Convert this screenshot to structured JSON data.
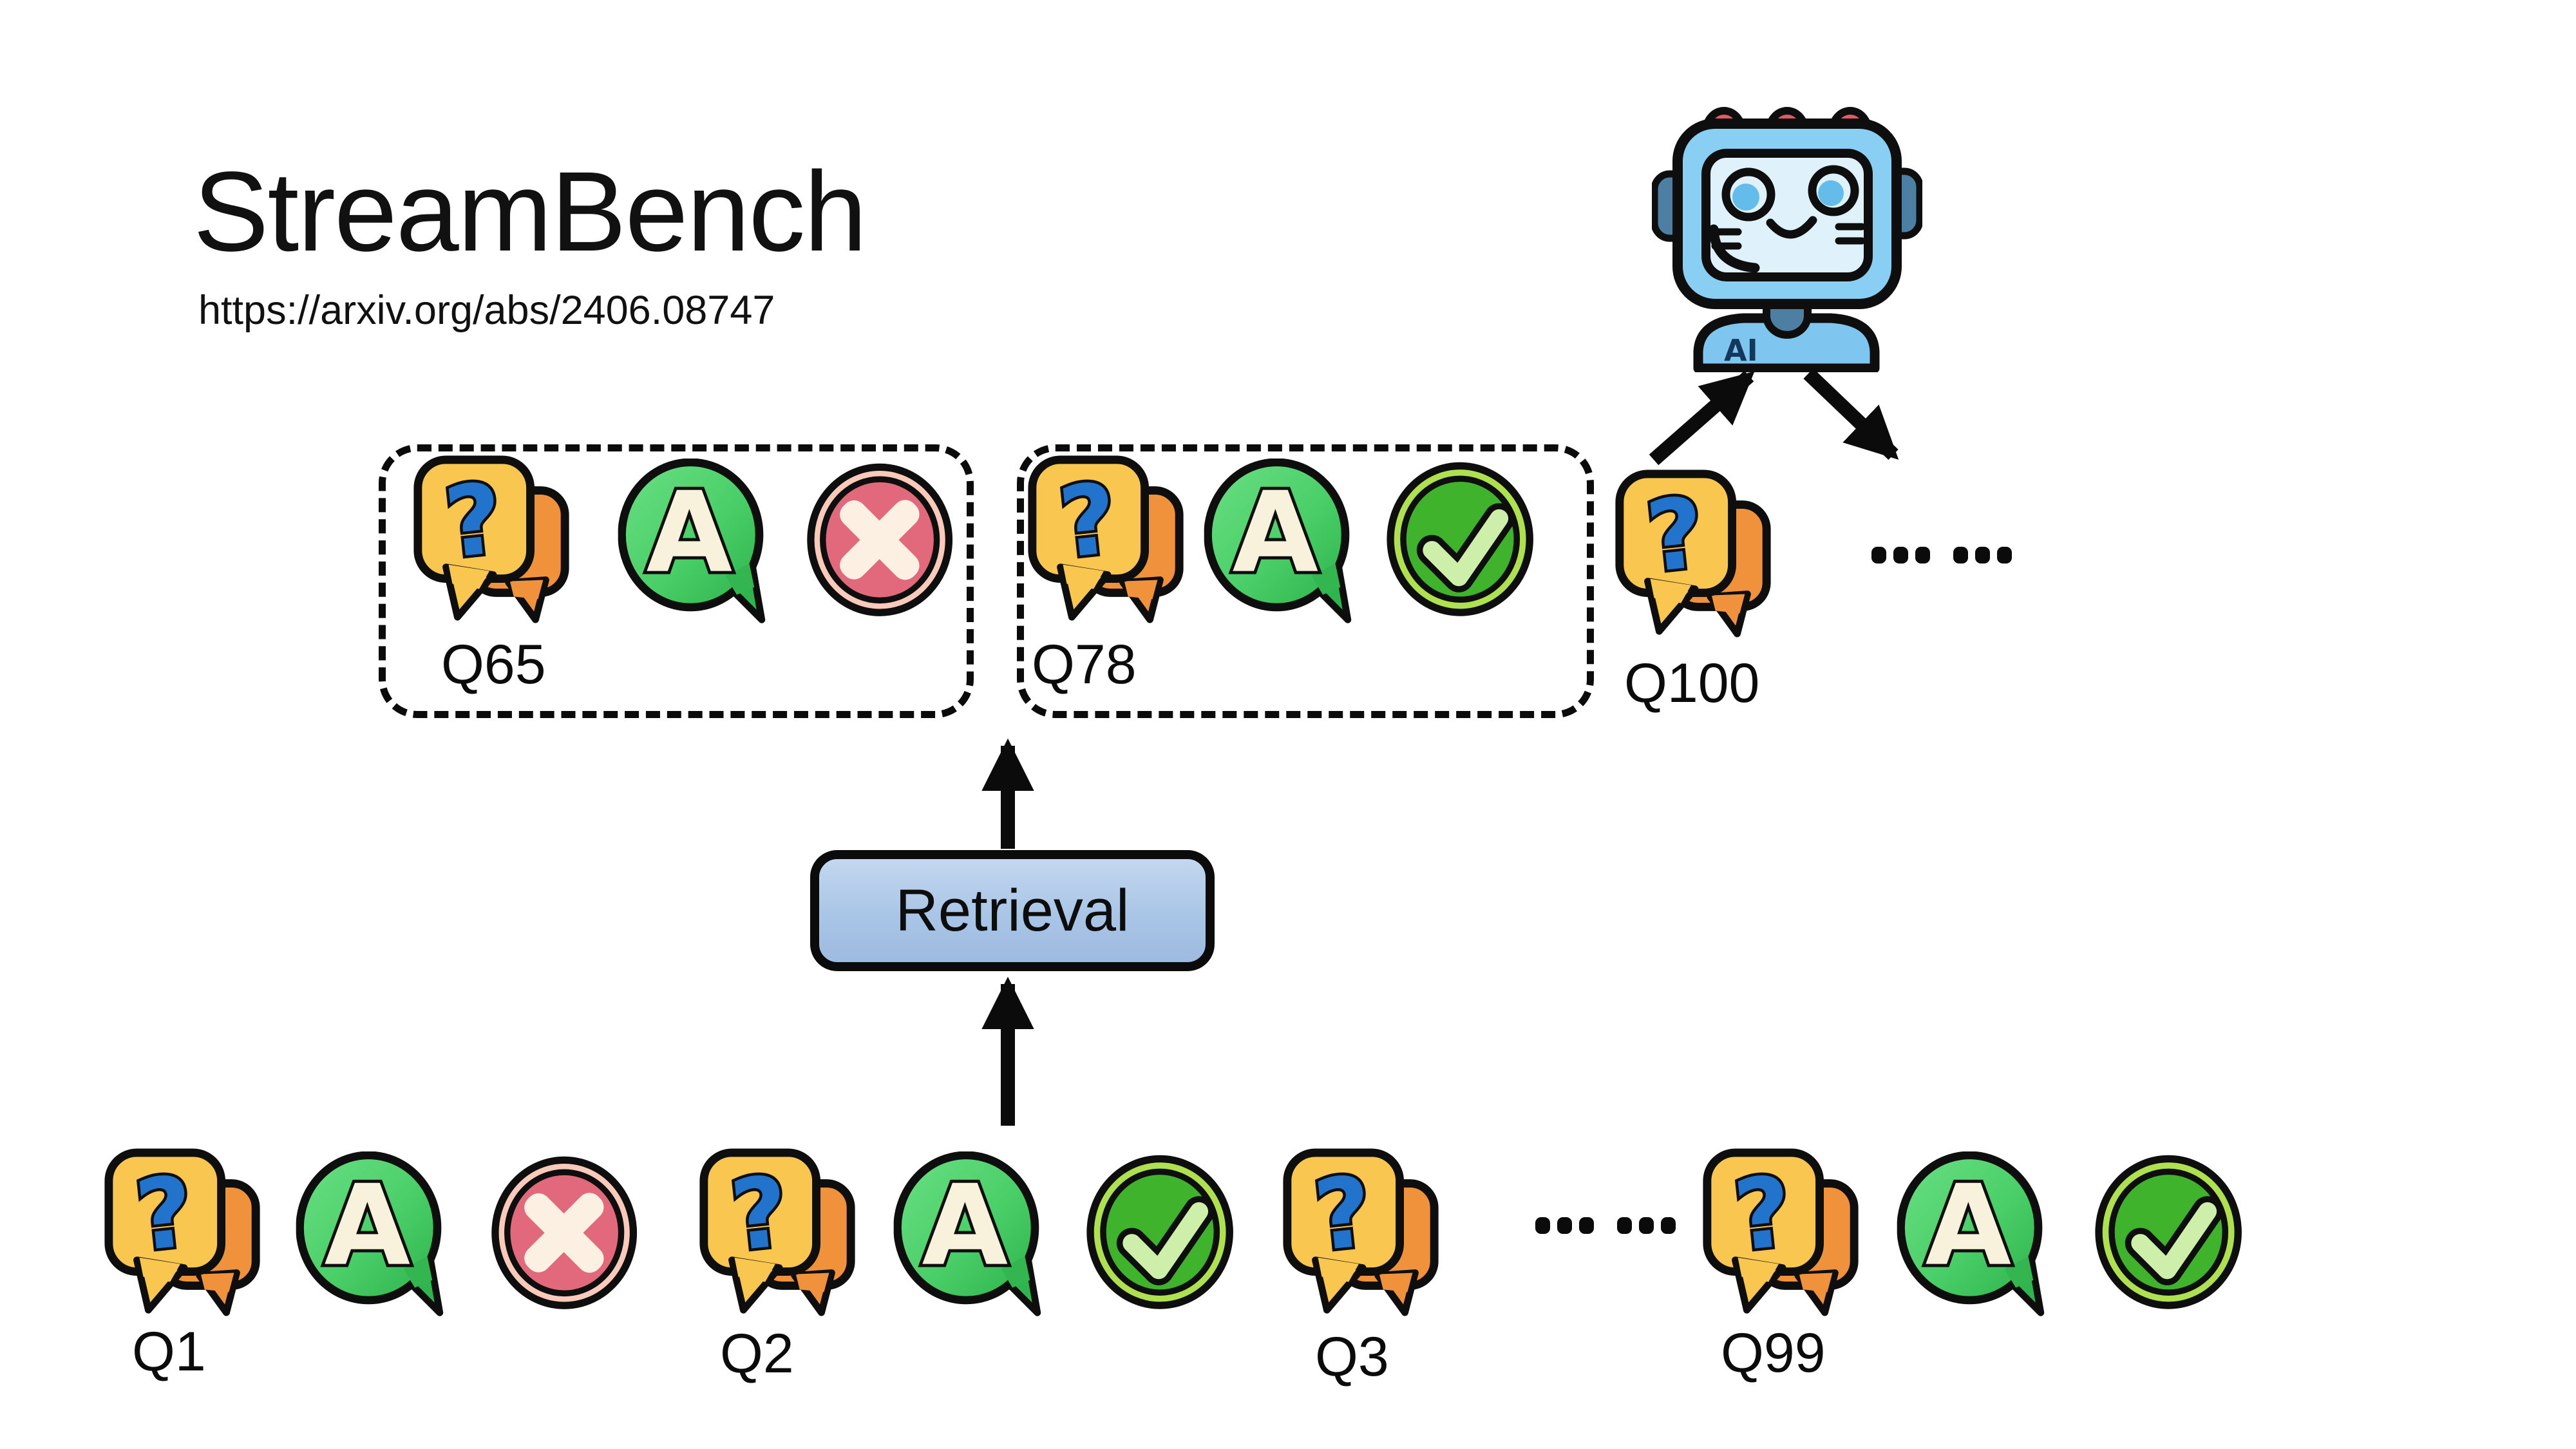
{
  "page": {
    "background": "#FFFFFF"
  },
  "header": {
    "title": "StreamBench",
    "url": "https://arxiv.org/abs/2406.08747"
  },
  "robot": {
    "label": "AI"
  },
  "icons": {
    "question_glyph": "?",
    "answer_glyph": "A"
  },
  "memory": {
    "boxes": [
      {
        "label": "Q65",
        "icons": [
          "question-bubbles",
          "answer-bubble",
          "wrong-mark"
        ]
      },
      {
        "label": "Q78",
        "icons": [
          "question-bubbles",
          "answer-bubble",
          "correct-mark"
        ]
      }
    ],
    "current_question": {
      "label": "Q100",
      "icons": [
        "question-bubbles"
      ]
    },
    "ellipsis": "……"
  },
  "retrieval": {
    "label": "Retrieval"
  },
  "stream": {
    "items": [
      {
        "label": "Q1",
        "icons": [
          "question-bubbles",
          "answer-bubble",
          "wrong-mark"
        ]
      },
      {
        "label": "Q2",
        "icons": [
          "question-bubbles",
          "answer-bubble",
          "correct-mark"
        ]
      },
      {
        "label": "Q3",
        "icons": [
          "question-bubbles"
        ]
      },
      {
        "label": "Q99",
        "icons": [
          "question-bubbles",
          "answer-bubble",
          "correct-mark"
        ]
      }
    ],
    "ellipsis": "……"
  },
  "colors": {
    "question_front": "#F9C64F",
    "question_back": "#F0913B",
    "question_mark": "#2273CC",
    "answer_bubble": "#4ACF68",
    "answer_letter": "#F8F1DC",
    "correct_ring": "#AEE04F",
    "correct_fill": "#3FB32B",
    "correct_check": "#CDEFA9",
    "wrong_ring": "#F9C9BA",
    "wrong_fill": "#E1697B",
    "wrong_cross": "#FBF0E2",
    "retrieval_fill": "#A9C5E6",
    "robot_head": "#89CFF3",
    "robot_screen": "#DFF1FB",
    "robot_dark": "#4D7FA3",
    "robot_bumps": "#E15B67",
    "outline": "#0B0B0B"
  }
}
